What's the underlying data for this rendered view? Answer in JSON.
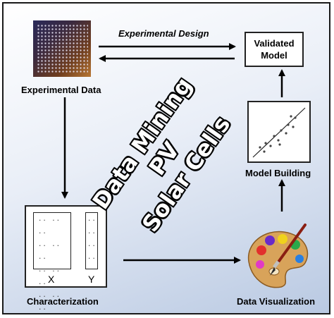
{
  "diagram": {
    "experimental_design": "Experimental Design",
    "validated_model_line1": "Validated",
    "validated_model_line2": "Model",
    "experimental_data": "Experimental Data",
    "model_building": "Model Building",
    "characterization": "Characterization",
    "data_visualization": "Data Visualization",
    "watermark_line1": "Data Mining PV",
    "watermark_line2": "Solar Cells",
    "x_label": "X",
    "y_label": "Y"
  }
}
